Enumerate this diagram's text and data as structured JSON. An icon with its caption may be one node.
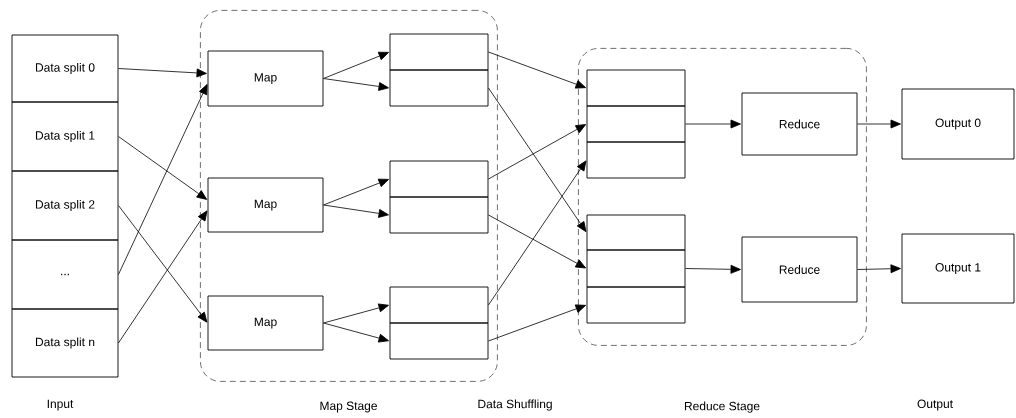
{
  "diagram": {
    "nodes": [
      {
        "text": [
          "Data split 0"
        ]
      },
      {
        "text": [
          "Data split 1"
        ]
      },
      {
        "text": [
          "Data split 2"
        ]
      },
      {
        "text": [
          "..."
        ]
      },
      {
        "text": [
          "Data split n"
        ]
      },
      {
        "text": [
          "Map Stage"
        ]
      },
      {
        "text": [
          "Map"
        ],
        "in": 5
      },
      {
        "text": [
          "Map"
        ],
        "in": 5
      },
      {
        "text": [
          "Map"
        ],
        "in": 5
      },
      {
        "text": [],
        "shape": "box",
        "in": 5
      },
      {
        "text": [],
        "shape": "box",
        "in": 5
      },
      {
        "text": [],
        "shape": "box",
        "in": 5
      },
      {
        "text": [],
        "shape": "box",
        "in": 5
      },
      {
        "text": [],
        "shape": "box",
        "in": 5
      },
      {
        "text": [],
        "shape": "box",
        "in": 5
      },
      {
        "text": [
          "Reduce Stage"
        ]
      },
      {
        "text": [],
        "shape": "box",
        "in": 15
      },
      {
        "text": [],
        "shape": "box",
        "in": 15
      },
      {
        "text": [],
        "shape": "box",
        "in": 15
      },
      {
        "text": [],
        "shape": "box",
        "in": 15
      },
      {
        "text": [],
        "shape": "box",
        "in": 15
      },
      {
        "text": [],
        "shape": "box",
        "in": 15
      },
      {
        "text": [
          "Reduce"
        ],
        "in": 15
      },
      {
        "text": [
          "Reduce"
        ],
        "in": 15
      },
      {
        "text": [
          "Output 0"
        ]
      },
      {
        "text": [
          "Output 1"
        ]
      }
    ],
    "edges": [
      {
        "from": 0,
        "to": 6,
        "arrow": "to"
      },
      {
        "from": 1,
        "to": 7,
        "arrow": "to"
      },
      {
        "from": 2,
        "to": 8,
        "arrow": "to"
      },
      {
        "from": 3,
        "to": 6,
        "arrow": "to"
      },
      {
        "from": 4,
        "to": 7,
        "arrow": "to"
      },
      {
        "from": 6,
        "to": 9,
        "arrow": "to"
      },
      {
        "from": 6,
        "to": 10,
        "arrow": "to"
      },
      {
        "from": 7,
        "to": 11,
        "arrow": "to"
      },
      {
        "from": 7,
        "to": 12,
        "arrow": "to"
      },
      {
        "from": 8,
        "to": 13,
        "arrow": "to"
      },
      {
        "from": 8,
        "to": 14,
        "arrow": "to"
      },
      {
        "from": 9,
        "to": 16,
        "arrow": "to"
      },
      {
        "from": 10,
        "to": 19,
        "arrow": "to"
      },
      {
        "from": 11,
        "to": 17,
        "arrow": "to"
      },
      {
        "from": 12,
        "to": 20,
        "arrow": "to"
      },
      {
        "from": 13,
        "to": 18,
        "arrow": "to"
      },
      {
        "from": 14,
        "to": 21,
        "arrow": "to"
      },
      {
        "from": 17,
        "to": 22,
        "arrow": "to"
      },
      {
        "from": 20,
        "to": 23,
        "arrow": "to"
      },
      {
        "from": 22,
        "to": 24,
        "arrow": "to"
      },
      {
        "from": 23,
        "to": 25,
        "arrow": "to"
      }
    ],
    "labels": [
      "Input",
      "Data Shuffling",
      "Output"
    ]
  }
}
